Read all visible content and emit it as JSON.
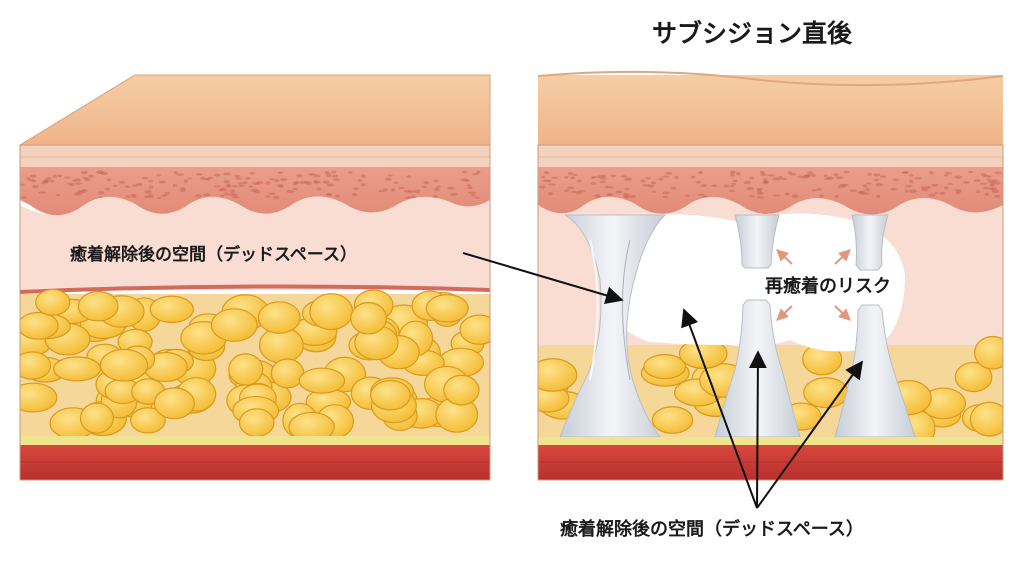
{
  "diagram": {
    "title": "サブシジョン直後",
    "left_panel": {
      "dead_space_label": "癒着解除後の空間（デッドスペース）"
    },
    "right_panel": {
      "readhesion_risk_label": "再癒着のリスク",
      "dead_space_label": "癒着解除後の空間（デッドスペース）"
    },
    "colors": {
      "skin_top": "#f4c49a",
      "epidermis": "#f3d3bd",
      "dermis": "#e69784",
      "subcutis": "#f9ddd2",
      "fat": "#f7c63e",
      "fat_outline": "#d99a1e",
      "fascia": "#f0e48c",
      "muscle": "#cc3a35",
      "septa": "#dde1e7",
      "arrow": "#e0977e"
    }
  }
}
